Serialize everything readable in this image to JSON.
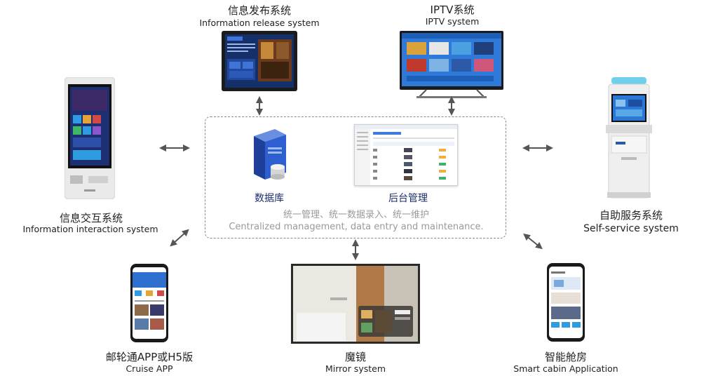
{
  "nodes": {
    "info_release": {
      "cn": "信息发布系统",
      "en": "Information release system"
    },
    "iptv": {
      "cn": "IPTV系统",
      "en": "IPTV system"
    },
    "info_interaction": {
      "cn": "信息交互系统",
      "en": "Information interaction system"
    },
    "self_service": {
      "cn": "自助服务系统",
      "en": "Self-service system"
    },
    "cruise_app": {
      "cn": "邮轮通APP或H5版",
      "en": "Cruise APP"
    },
    "mirror": {
      "cn": "魔镜",
      "en": "Mirror system"
    },
    "smart_cabin": {
      "cn": "智能舱房",
      "en": "Smart cabin Application"
    }
  },
  "hub": {
    "database": "数据库",
    "backend": "后台管理",
    "note_cn": "统一管理、统一数据录入、统一维护",
    "note_en": "Centralized management, data entry and maintenance."
  },
  "colors": {
    "hub_text": "#1d2f6b",
    "dashed_border": "#8a8a8a",
    "arrow": "#555555",
    "screen_blue": "#1e5fb8"
  }
}
